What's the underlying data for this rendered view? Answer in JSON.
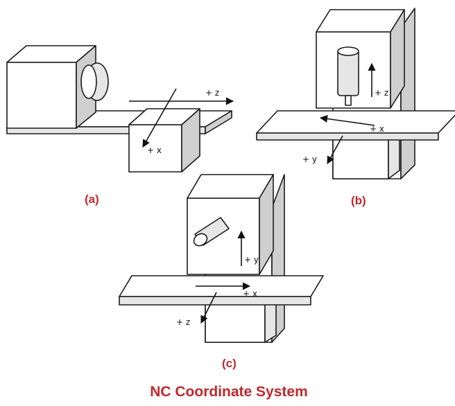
{
  "title": "NC Coordinate System",
  "diagrams": {
    "a": {
      "caption": "(a)",
      "axis_z": "+ z",
      "axis_x": "+ x"
    },
    "b": {
      "caption": "(b)",
      "axis_z": "+ z",
      "axis_x": "+ x",
      "axis_y": "+ y"
    },
    "c": {
      "caption": "(c)",
      "axis_y": "+ y",
      "axis_x": "+ x",
      "axis_z": "+ z"
    }
  },
  "colors": {
    "caption": "#c0282d",
    "line": "#1a1a1a"
  }
}
